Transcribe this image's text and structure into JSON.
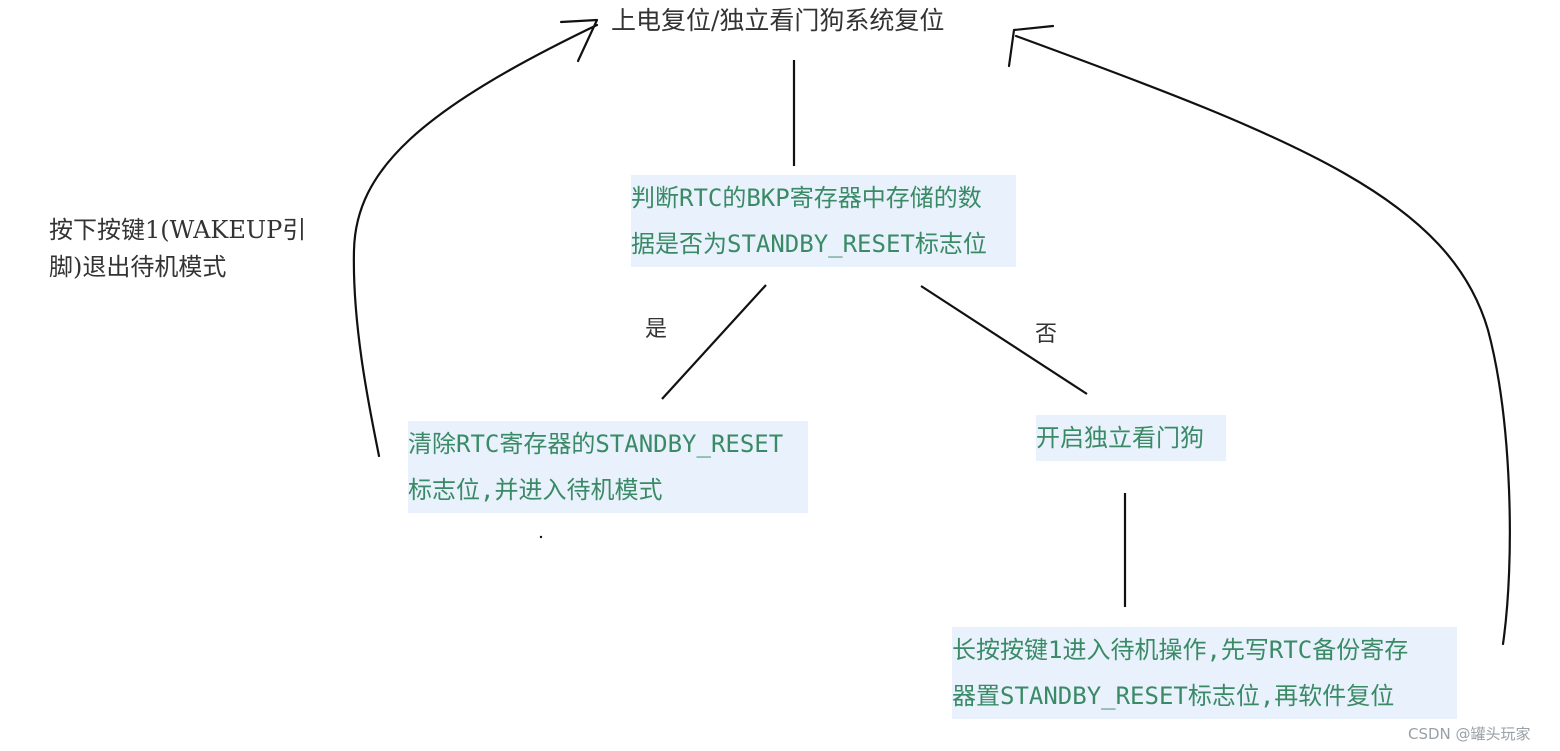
{
  "diagram": {
    "top_node": "上电复位/独立看门狗系统复位",
    "check_node": {
      "line1": "判断RTC的BKP寄存器中存储的数",
      "line2": "据是否为STANDBY_RESET标志位"
    },
    "yes_label": "是",
    "no_label": "否",
    "yes_node": {
      "line1": "清除RTC寄存器的STANDBY_RESET",
      "line2": "标志位,并进入待机模式"
    },
    "no_node": "开启独立看门狗",
    "action_node": {
      "line1": "长按按键1进入待机操作,先写RTC备份寄存",
      "line2": "器置STANDBY_RESET标志位,再软件复位"
    },
    "side_note": {
      "line1": "按下按键1(WAKEUP引",
      "line2": "脚)退出待机模式"
    }
  },
  "watermark": "CSDN @罐头玩家",
  "colors": {
    "line": "#111111",
    "highlight_bg": "#e8f1fc",
    "highlight_text": "#3a8a66",
    "plain_text": "#333333"
  }
}
